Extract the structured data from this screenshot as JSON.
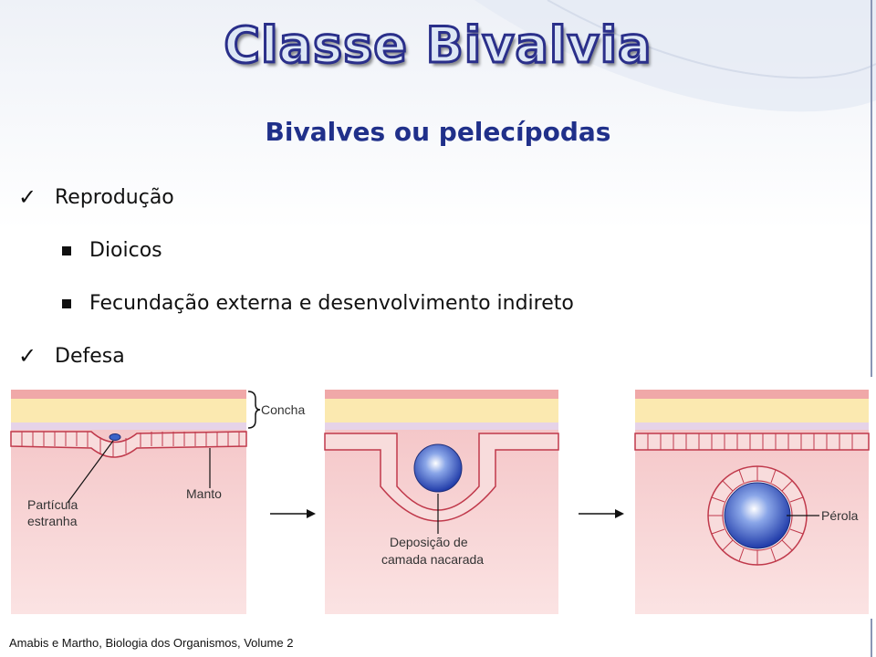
{
  "title": "Classe Bivalvia",
  "subtitle": "Bivalves ou pelecípodas",
  "bullets": {
    "reproducao": "Reprodução",
    "dioicos": "Dioicos",
    "fecundacao": "Fecundação externa e desenvolvimento indireto",
    "defesa": "Defesa"
  },
  "figure": {
    "concha": "Concha",
    "manto": "Manto",
    "particula_line1": "Partícula",
    "particula_line2": "estranha",
    "deposicao_line1": "Deposição de",
    "deposicao_line2": "camada nacarada",
    "perola": "Pérola"
  },
  "citation": "Amabis e Martho, Biologia dos Organismos, Volume 2",
  "colors": {
    "title_fill": "#dde7f5",
    "title_outline": "#2a2f8a",
    "subtitle": "#20308a",
    "shell": "#fbe9b0",
    "mantle_cells": "#c0394b",
    "tissue": "#f6c8c8",
    "pearl": "#1f3aa8"
  }
}
